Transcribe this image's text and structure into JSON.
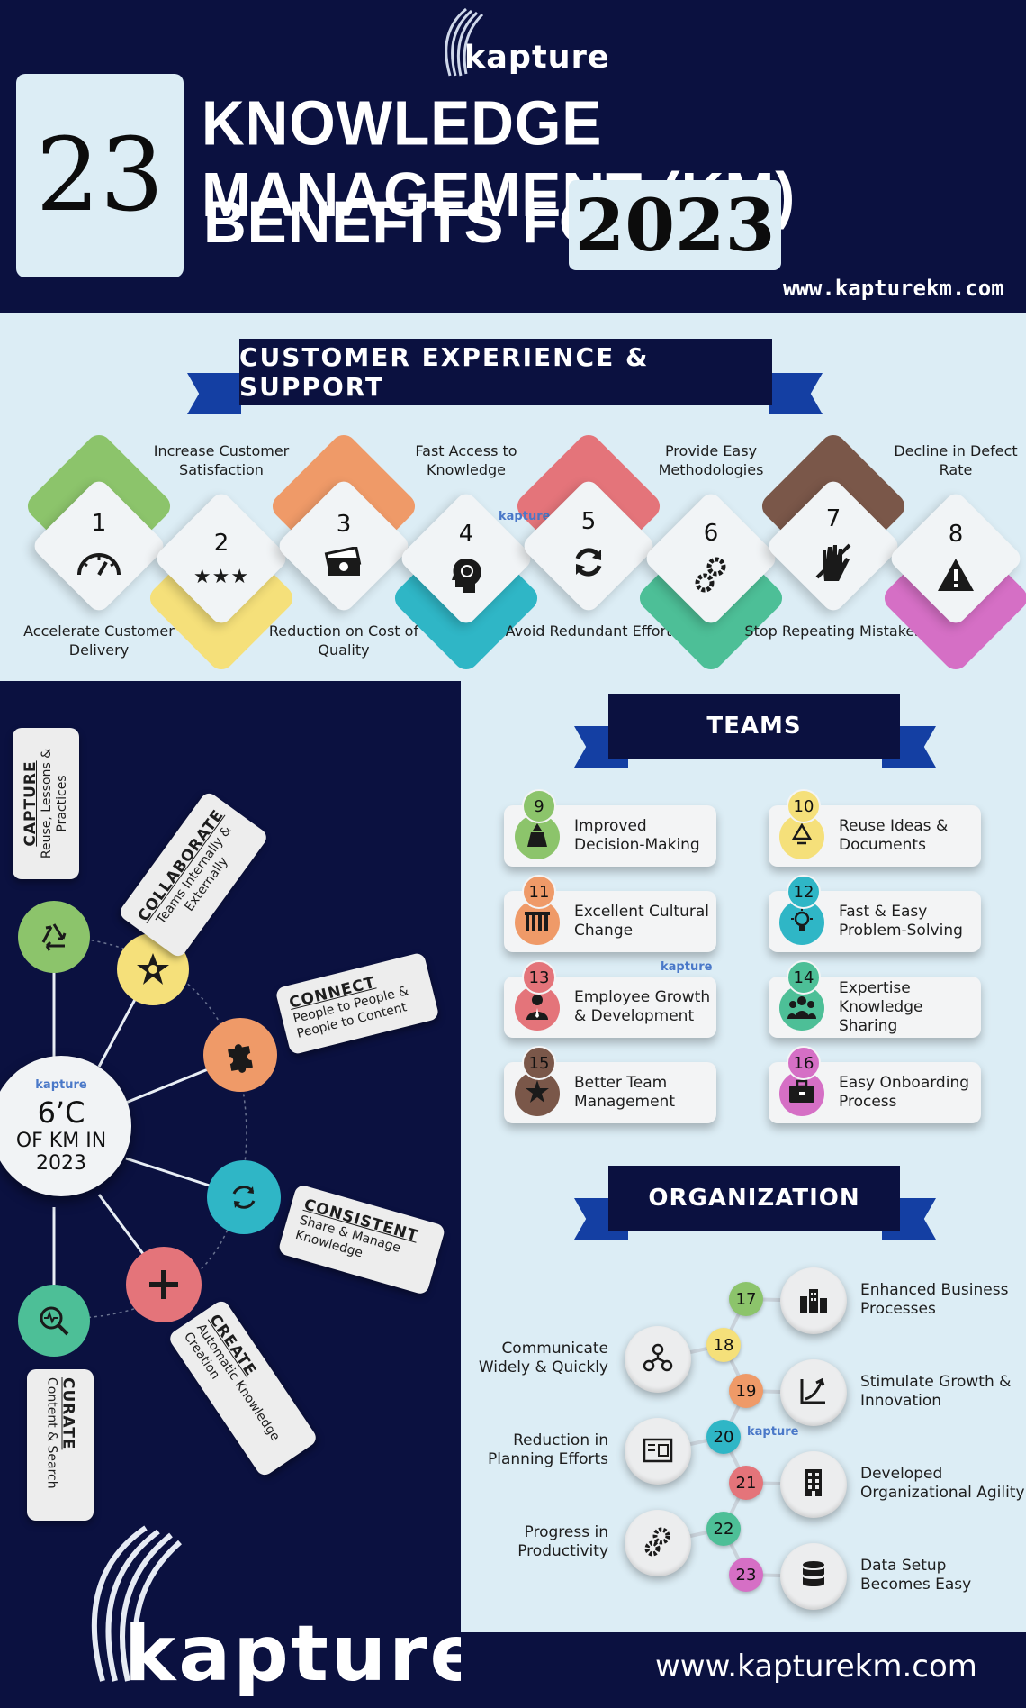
{
  "brand": "kapture",
  "header": {
    "big_number": "23",
    "title_line1": "KNOWLEDGE MANAGEMENT (KM)",
    "title_line2": "BENEFITS FOR",
    "year": "2023",
    "url": "www.kapturekm.com"
  },
  "customer": {
    "heading": "CUSTOMER EXPERIENCE & SUPPORT",
    "items": [
      {
        "num": "1",
        "label": "Accelerate Customer Delivery",
        "color": "#8cc46b",
        "icon": "speedometer-icon"
      },
      {
        "num": "2",
        "label": "Increase Customer Satisfaction",
        "color": "#f5e07a",
        "icon": "three-stars-icon"
      },
      {
        "num": "3",
        "label": "Reduction on Cost of Quality",
        "color": "#ef9a68",
        "icon": "money-icon"
      },
      {
        "num": "4",
        "label": "Fast Access to Knowledge",
        "color": "#2fb6c6",
        "icon": "brain-head-icon"
      },
      {
        "num": "5",
        "label": "Avoid Redundant Effort",
        "color": "#e4747a",
        "icon": "refresh-icon"
      },
      {
        "num": "6",
        "label": "Provide Easy Methodologies",
        "color": "#4dbf97",
        "icon": "gears-icon"
      },
      {
        "num": "7",
        "label": "Stop Repeating Mistakes",
        "color": "#7a5749",
        "icon": "stop-hand-icon"
      },
      {
        "num": "8",
        "label": "Decline in Defect Rate",
        "color": "#d56fc5",
        "icon": "warning-icon"
      }
    ]
  },
  "kapture_wm": "kapture",
  "sixc": {
    "center_l1": "6’C",
    "center_l2": "OF KM IN",
    "center_l3": "2023",
    "capture": {
      "title": "CAPTURE",
      "desc": "Reuse, Lessons & Practices"
    },
    "collaborate": {
      "title": "COLLABORATE",
      "desc": "Teams Internally & Externally"
    },
    "connect": {
      "title": "CONNECT",
      "desc1": "People to People &",
      "desc2": "People to Content"
    },
    "consistent": {
      "title": "CONSISTENT",
      "desc": "Share & Manage Knowledge"
    },
    "create": {
      "title": "CREATE",
      "desc": "Automatic Knowledge Creation"
    },
    "curate": {
      "title": "CURATE",
      "desc": "Content & Search"
    }
  },
  "teams": {
    "heading": "TEAMS",
    "items": [
      {
        "num": "9",
        "l1": "Improved",
        "l2": "Decision-Making",
        "color": "#8cc46b"
      },
      {
        "num": "10",
        "l1": "Reuse Ideas &",
        "l2": "Documents",
        "color": "#f5e07a"
      },
      {
        "num": "11",
        "l1": "Excellent Cultural",
        "l2": "Change",
        "color": "#ef9a68"
      },
      {
        "num": "12",
        "l1": "Fast & Easy",
        "l2": "Problem-Solving",
        "color": "#2fb6c6"
      },
      {
        "num": "13",
        "l1": "Employee Growth",
        "l2": "& Development",
        "color": "#e4747a"
      },
      {
        "num": "14",
        "l1": "Expertise",
        "l2": "Knowledge Sharing",
        "color": "#4dbf97"
      },
      {
        "num": "15",
        "l1": "Better Team",
        "l2": "Management",
        "color": "#7a5749"
      },
      {
        "num": "16",
        "l1": "Easy Onboarding",
        "l2": "Process",
        "color": "#d56fc5"
      }
    ]
  },
  "org": {
    "heading": "ORGANIZATION",
    "items": [
      {
        "num": "17",
        "l1": "Enhanced Business",
        "l2": "Processes",
        "color": "#8cc46b"
      },
      {
        "num": "18",
        "l1": "Communicate",
        "l2": "Widely & Quickly",
        "color": "#f5e07a"
      },
      {
        "num": "19",
        "l1": "Stimulate Growth &",
        "l2": "Innovation",
        "color": "#ef9a68"
      },
      {
        "num": "20",
        "l1": "Reduction in",
        "l2": "Planning Efforts",
        "color": "#2fb6c6"
      },
      {
        "num": "21",
        "l1": "Developed",
        "l2": "Organizational Agility",
        "color": "#e4747a"
      },
      {
        "num": "22",
        "l1": "Progress in",
        "l2": "Productivity",
        "color": "#4dbf97"
      },
      {
        "num": "23",
        "l1": "Data Setup",
        "l2": "Becomes Easy",
        "color": "#d56fc5"
      }
    ]
  },
  "footer": {
    "brand": "kapture",
    "url": "www.kapturekm.com"
  }
}
